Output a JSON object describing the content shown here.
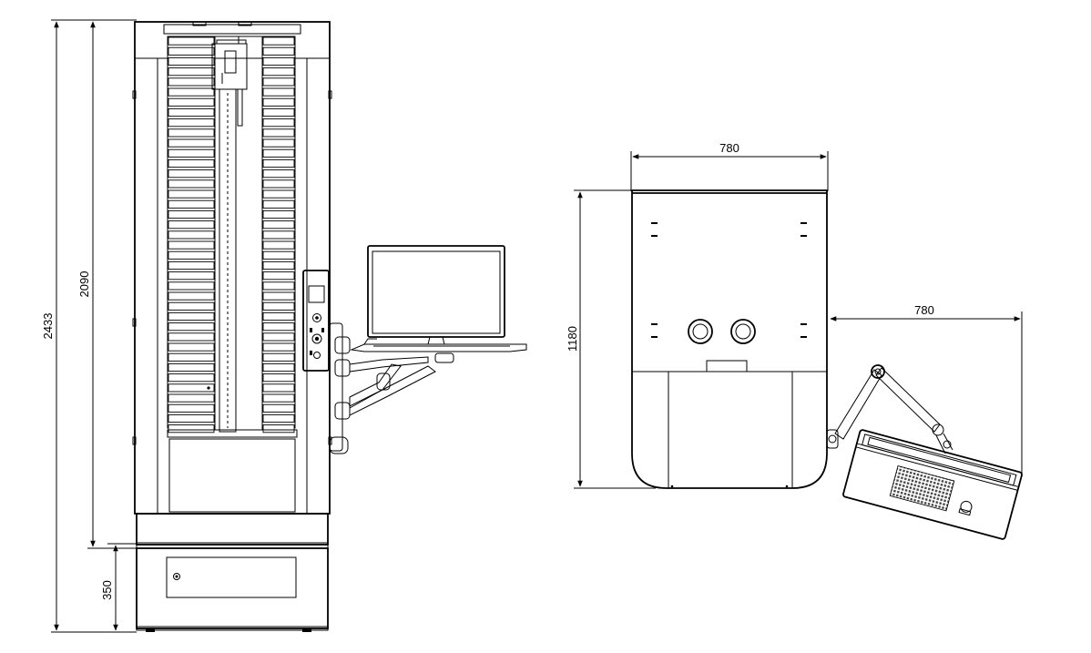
{
  "dimensions": {
    "total_height": "2433",
    "cabinet_height": "2090",
    "base_height": "350",
    "top_width": "780",
    "top_depth": "1180",
    "arm_reach": "780"
  },
  "colors": {
    "line": "#000000",
    "background": "#ffffff",
    "louver_fill": "#ffffff",
    "vent_pattern": "#444444"
  }
}
